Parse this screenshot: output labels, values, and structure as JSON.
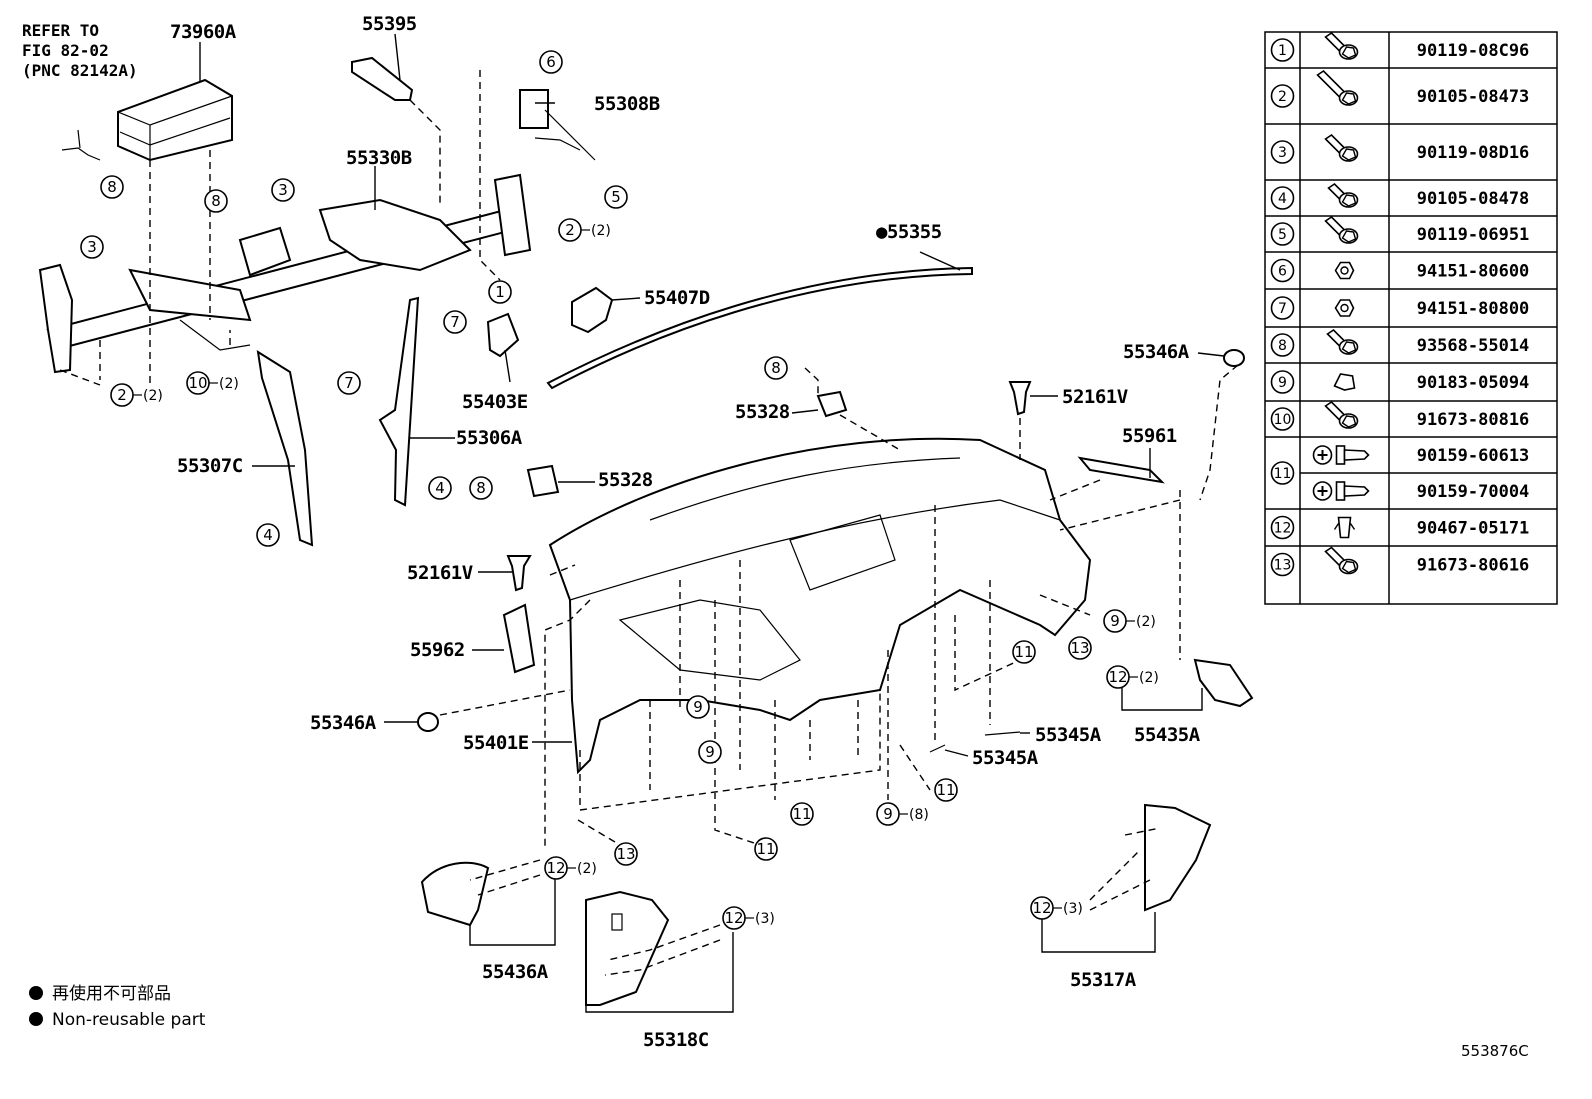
{
  "refer_note": [
    "REFER TO",
    "FIG 82-02",
    "(PNC 82142A)"
  ],
  "part_labels": {
    "p73960A": "73960A",
    "p55395": "55395",
    "p55308B": "55308B",
    "p55330B": "55330B",
    "p55355": "●55355",
    "p55407D": "55407D",
    "p55403E": "55403E",
    "p55306A": "55306A",
    "p55307C": "55307C",
    "p55346A_top": "55346A",
    "p55328_top": "55328",
    "p52161V_top": "52161V",
    "p55961": "55961",
    "p55328_mid": "55328",
    "p52161V_mid": "52161V",
    "p55962": "55962",
    "p55346A_left": "55346A",
    "p55401E": "55401E",
    "p55345A_a": "55345A",
    "p55345A_b": "55345A",
    "p55435A": "55435A",
    "p55436A": "55436A",
    "p55318C": "55318C",
    "p55317A": "55317A"
  },
  "callouts": [
    {
      "n": "8",
      "qty": ""
    },
    {
      "n": "8",
      "qty": ""
    },
    {
      "n": "6",
      "qty": ""
    },
    {
      "n": "5",
      "qty": ""
    },
    {
      "n": "3",
      "qty": ""
    },
    {
      "n": "2",
      "qty": "(2)"
    },
    {
      "n": "3",
      "qty": ""
    },
    {
      "n": "1",
      "qty": ""
    },
    {
      "n": "7",
      "qty": ""
    },
    {
      "n": "2",
      "qty": "(2)"
    },
    {
      "n": "10",
      "qty": "(2)"
    },
    {
      "n": "7",
      "qty": ""
    },
    {
      "n": "8",
      "qty": ""
    },
    {
      "n": "4",
      "qty": ""
    },
    {
      "n": "8",
      "qty": ""
    },
    {
      "n": "4",
      "qty": ""
    },
    {
      "n": "9",
      "qty": "(2)"
    },
    {
      "n": "13",
      "qty": ""
    },
    {
      "n": "11",
      "qty": ""
    },
    {
      "n": "12",
      "qty": "(2)"
    },
    {
      "n": "9",
      "qty": ""
    },
    {
      "n": "9",
      "qty": ""
    },
    {
      "n": "11",
      "qty": ""
    },
    {
      "n": "11",
      "qty": ""
    },
    {
      "n": "9",
      "qty": "(8)"
    },
    {
      "n": "11",
      "qty": ""
    },
    {
      "n": "13",
      "qty": ""
    },
    {
      "n": "12",
      "qty": "(2)"
    },
    {
      "n": "12",
      "qty": "(3)"
    },
    {
      "n": "12",
      "qty": "(3)"
    }
  ],
  "fastener_table": [
    {
      "n": "1",
      "icon": "bolt-with-washer-icon",
      "parts": [
        "90119-08C96"
      ]
    },
    {
      "n": "2",
      "icon": "long-bolt-icon",
      "parts": [
        "90105-08473"
      ]
    },
    {
      "n": "3",
      "icon": "bolt-with-washer-icon",
      "parts": [
        "90119-08D16"
      ]
    },
    {
      "n": "4",
      "icon": "short-bolt-icon",
      "parts": [
        "90105-08478"
      ]
    },
    {
      "n": "5",
      "icon": "bolt-with-washer-icon",
      "parts": [
        "90119-06951"
      ]
    },
    {
      "n": "6",
      "icon": "nut-icon",
      "parts": [
        "94151-80600"
      ]
    },
    {
      "n": "7",
      "icon": "nut-icon",
      "parts": [
        "94151-80800"
      ]
    },
    {
      "n": "8",
      "icon": "screw-icon",
      "parts": [
        "93568-55014"
      ]
    },
    {
      "n": "9",
      "icon": "clip-nut-icon",
      "parts": [
        "90183-05094"
      ]
    },
    {
      "n": "10",
      "icon": "bolt-with-washer-icon",
      "parts": [
        "91673-80816"
      ]
    },
    {
      "n": "11",
      "icon": "tapping-screw-icon",
      "parts": [
        "90159-60613",
        "90159-70004"
      ]
    },
    {
      "n": "12",
      "icon": "clip-icon",
      "parts": [
        "90467-05171"
      ]
    },
    {
      "n": "13",
      "icon": "bolt-with-washer-icon",
      "parts": [
        "91673-80616"
      ]
    }
  ],
  "legend": {
    "jp": "再使用不可部品",
    "en": "Non-reusable part"
  },
  "diagram_code": "553876C"
}
